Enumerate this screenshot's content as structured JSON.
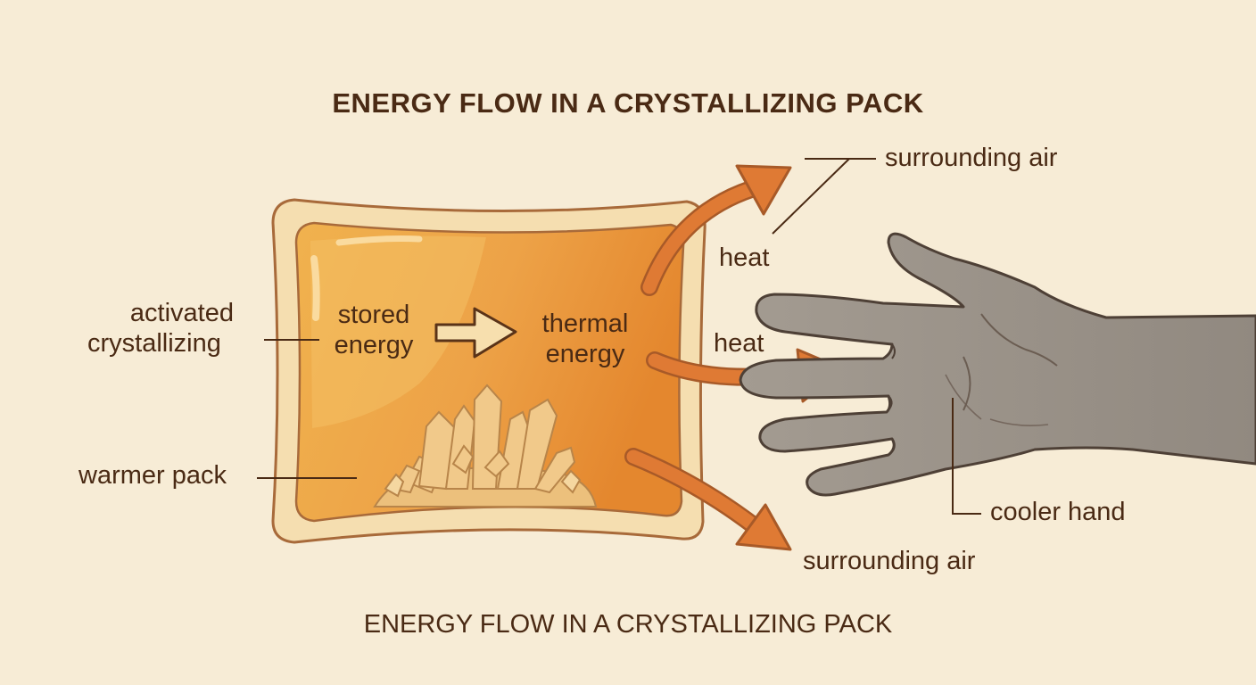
{
  "title_top": "ENERGY FLOW IN A CRYSTALLIZING PACK",
  "title_bottom": "ENERGY FLOW IN A CRYSTALLIZING PACK",
  "labels": {
    "activated_line1": "activated",
    "activated_line2": "crystallizing",
    "warmer_pack": "warmer pack",
    "stored_line1": "stored",
    "stored_line2": "energy",
    "thermal_line1": "thermal",
    "thermal_line2": "energy",
    "heat_upper": "heat",
    "heat_middle": "heat",
    "surrounding_air_top": "surrounding air",
    "surrounding_air_bottom": "surrounding air",
    "cooler_hand": "cooler hand"
  },
  "colors": {
    "background": "#f7ecd6",
    "text": "#4a2a14",
    "pack_fill": "#e89a3c",
    "pack_border": "#f5deb0",
    "heat_arrow": "#df7a34",
    "hand": "#9c948a",
    "crystal": "#f1c98a"
  }
}
